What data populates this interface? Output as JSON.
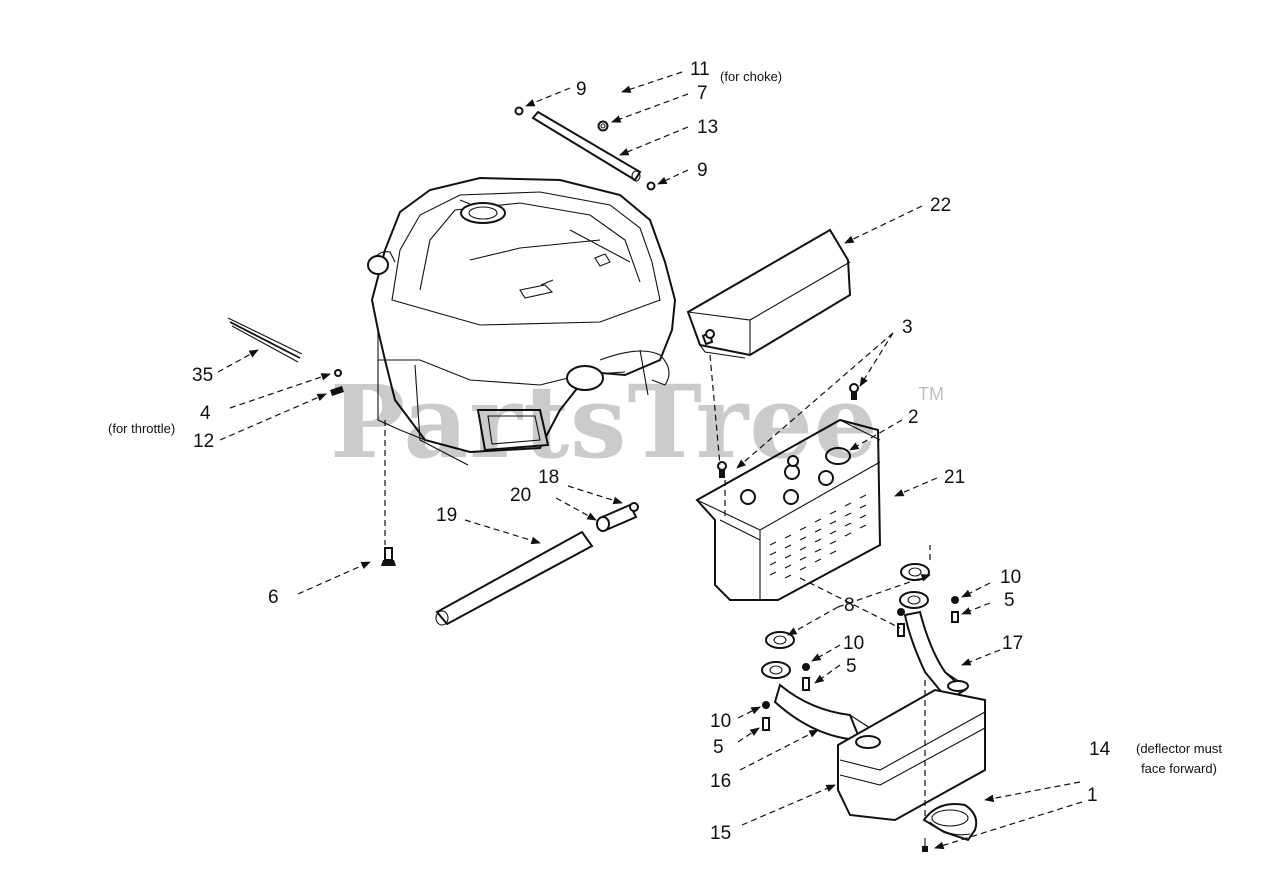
{
  "watermark": {
    "text": "PartsTree",
    "trademark": "TM"
  },
  "callouts": {
    "c1": "1",
    "c2": "2",
    "c3": "3",
    "c4": "4",
    "c5a": "5",
    "c5b": "5",
    "c5c": "5",
    "c6": "6",
    "c7": "7",
    "c8": "8",
    "c9a": "9",
    "c9b": "9",
    "c10a": "10",
    "c10b": "10",
    "c10c": "10",
    "c11": "11",
    "c12": "12",
    "c13": "13",
    "c14": "14",
    "c15": "15",
    "c16": "16",
    "c17": "17",
    "c18": "18",
    "c19": "19",
    "c20": "20",
    "c21": "21",
    "c22": "22",
    "c35": "35"
  },
  "notes": {
    "for_choke": "(for choke)",
    "for_throttle": "(for throttle)",
    "deflector_line1": "(deflector must",
    "deflector_line2": "face forward)"
  }
}
